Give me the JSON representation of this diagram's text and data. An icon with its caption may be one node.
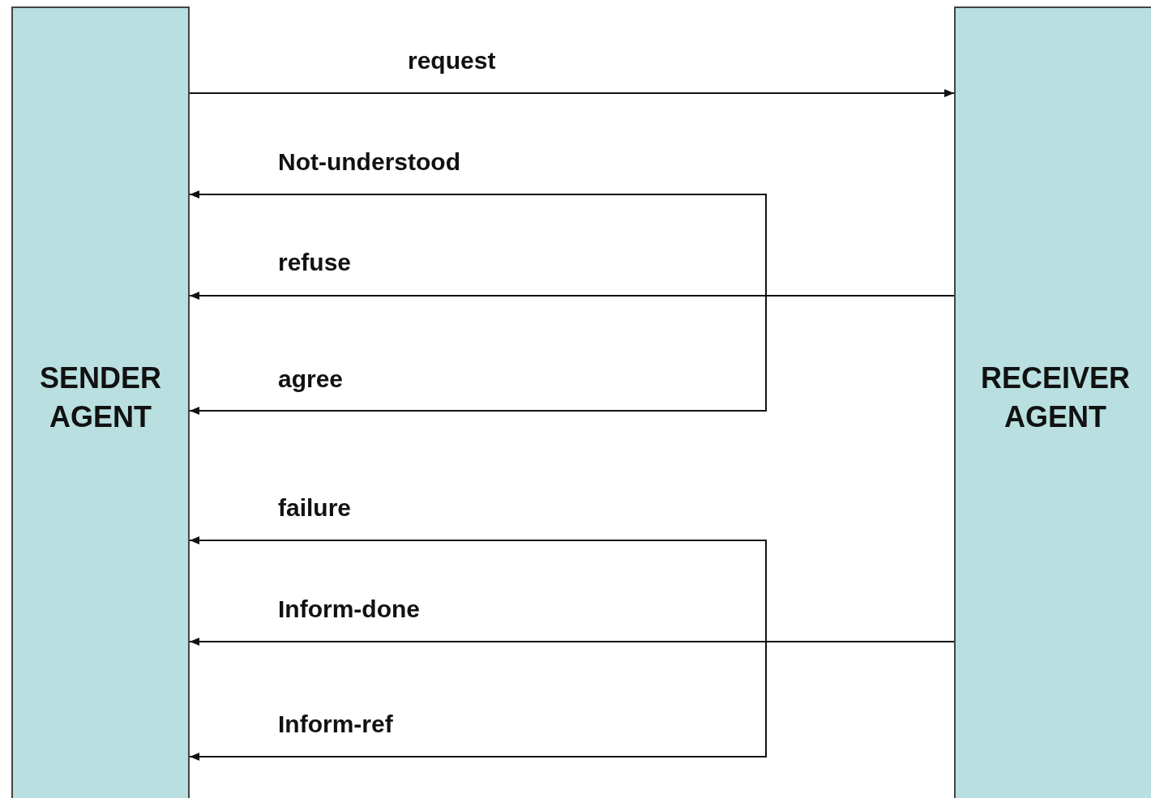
{
  "diagram": {
    "nodes": [
      {
        "text": [
          "SENDER AGENT"
        ]
      },
      {
        "text": [
          "RECEIVER AGENT"
        ]
      }
    ],
    "edges": [
      {
        "from": 0,
        "to": 1,
        "arrow": "to",
        "label": "request"
      },
      {
        "from": 1,
        "to": 0,
        "arrow": "to",
        "label": "Not-understood"
      },
      {
        "from": 1,
        "to": 0,
        "arrow": "to",
        "label": "refuse"
      },
      {
        "from": 1,
        "to": 0,
        "arrow": "to",
        "label": "agree"
      },
      {
        "from": 1,
        "to": 0,
        "arrow": "to",
        "label": "failure"
      },
      {
        "from": 1,
        "to": 0,
        "arrow": "to",
        "label": "Inform-done"
      },
      {
        "from": 1,
        "to": 0,
        "arrow": "to",
        "label": "Inform-ref"
      }
    ]
  }
}
